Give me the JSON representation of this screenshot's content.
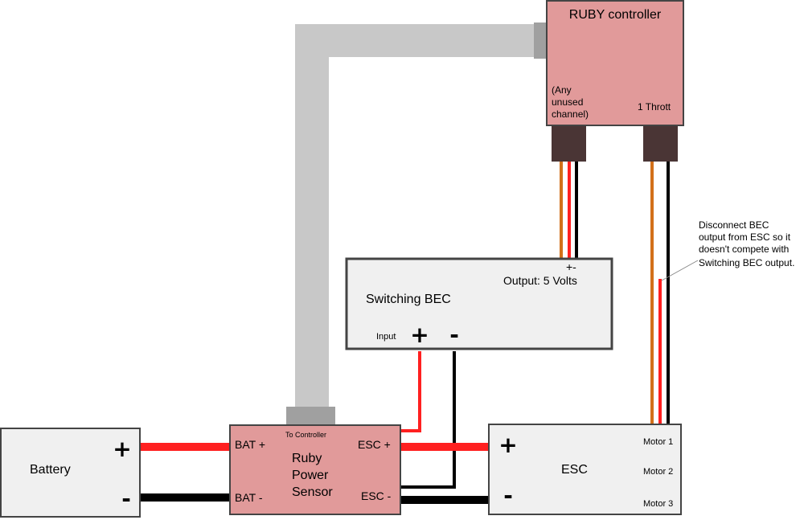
{
  "colors": {
    "box_fill": "#f0f0f0",
    "box_stroke": "#444444",
    "pink_fill": "#e19a9a",
    "cable_gray": "#c8c8c8",
    "cable_connector": "#a0a0a0",
    "connector_dark": "#4a3535",
    "wire_red": "#ff2020",
    "wire_black": "#000000",
    "wire_orange": "#d2701a"
  },
  "controller": {
    "title": "RUBY controller",
    "left_channel_line1": "(Any",
    "left_channel_line2": "unused",
    "left_channel_line3": "channel)",
    "right_channel": "1 Thrott"
  },
  "bec": {
    "title": "Switching BEC",
    "output_label": "Output: 5 Volts",
    "output_signs": "+-",
    "input_label": "Input",
    "plus": "+",
    "minus": "-"
  },
  "sensor": {
    "to_controller": "To Controller",
    "bat_plus": "BAT +",
    "bat_minus": "BAT -",
    "esc_plus": "ESC +",
    "esc_minus": "ESC -",
    "name_line1": "Ruby",
    "name_line2": "Power",
    "name_line3": "Sensor"
  },
  "battery": {
    "title": "Battery",
    "plus": "+",
    "minus": "-"
  },
  "esc": {
    "title": "ESC",
    "plus": "+",
    "minus": "-",
    "motor1": "Motor 1",
    "motor2": "Motor 2",
    "motor3": "Motor 3"
  },
  "note": {
    "line1": "Disconnect BEC",
    "line2": "output from ESC so it",
    "line3": "doesn't compete with",
    "line4": "Switching BEC output."
  }
}
